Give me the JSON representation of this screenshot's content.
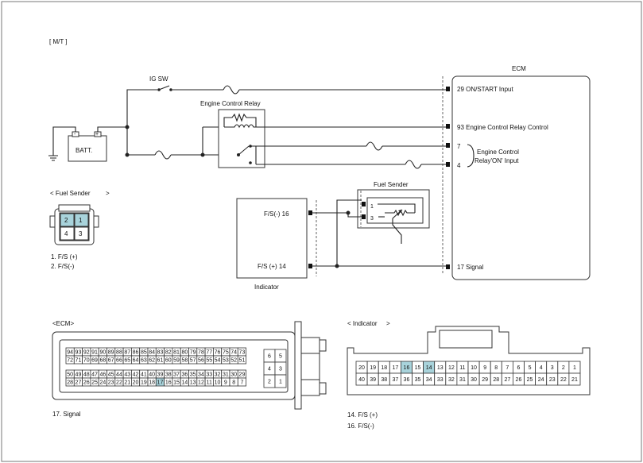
{
  "page": {
    "mode_label": "[ M/T ]"
  },
  "circuit": {
    "ig_sw": "IG SW",
    "battery": "BATT.",
    "batt_minus": "-",
    "batt_plus": "+",
    "relay": "Engine Control Relay",
    "ecm": "ECM",
    "ecm_pins": [
      {
        "text": "29  ON/START Input"
      },
      {
        "text": "93 Engine Control Relay Control"
      },
      {
        "text": "7"
      },
      {
        "text": "4"
      },
      {
        "text": "17 Signal"
      }
    ],
    "relay_on_input_line1": "Engine Control",
    "relay_on_input_line2": "Relay'ON' Input",
    "fuel_sender_title": "Fuel Sender",
    "fuel_sender_pin1": "1",
    "fuel_sender_pin3": "3",
    "indicator_title": "Indicator",
    "indicator_fs_minus": "F/S(-) 16",
    "indicator_fs_plus": "F/S (+) 14"
  },
  "fuel_sender_connector": {
    "title": "< Fuel Sender",
    "title_end": ">",
    "pins": [
      "2",
      "1",
      "4",
      "3"
    ],
    "legend": [
      "1. F/S (+)",
      "2.  F/S(-)"
    ]
  },
  "ecm_connector": {
    "title": "<ECM>",
    "row1": [
      "94",
      "93",
      "92",
      "91",
      "90",
      "89",
      "88",
      "87",
      "86",
      "85",
      "84",
      "83",
      "82",
      "81",
      "80",
      "79",
      "78",
      "77",
      "76",
      "75",
      "74",
      "73"
    ],
    "row2": [
      "72",
      "71",
      "70",
      "69",
      "68",
      "67",
      "66",
      "65",
      "64",
      "63",
      "62",
      "61",
      "60",
      "59",
      "58",
      "57",
      "56",
      "55",
      "54",
      "53",
      "52",
      "51"
    ],
    "row3": [
      "50",
      "49",
      "48",
      "47",
      "46",
      "45",
      "44",
      "43",
      "42",
      "41",
      "40",
      "39",
      "38",
      "37",
      "36",
      "35",
      "34",
      "33",
      "32",
      "31",
      "30",
      "29"
    ],
    "row4": [
      "28",
      "27",
      "26",
      "25",
      "24",
      "23",
      "22",
      "21",
      "20",
      "19",
      "18",
      "17",
      "16",
      "15",
      "14",
      "13",
      "12",
      "11",
      "10",
      "9",
      "8",
      "7"
    ],
    "side": [
      "6",
      "5",
      "4",
      "3",
      "2",
      "1"
    ],
    "highlight": [
      "17"
    ],
    "legend": "17.    Signal"
  },
  "indicator_connector": {
    "title": "< Indicator",
    "title_end": ">",
    "row1": [
      "20",
      "19",
      "18",
      "17",
      "16",
      "15",
      "14",
      "13",
      "12",
      "11",
      "10",
      "9",
      "8",
      "7",
      "6",
      "5",
      "4",
      "3",
      "2",
      "1"
    ],
    "row2": [
      "40",
      "39",
      "38",
      "37",
      "36",
      "35",
      "34",
      "33",
      "32",
      "31",
      "30",
      "29",
      "28",
      "27",
      "26",
      "25",
      "24",
      "23",
      "22",
      "21"
    ],
    "highlight": [
      "16",
      "14"
    ],
    "legend": [
      "14. F/S (+)",
      "16.    F/S(-)"
    ]
  },
  "colors": {
    "highlight": "#a8d3db",
    "line": "#222222"
  }
}
